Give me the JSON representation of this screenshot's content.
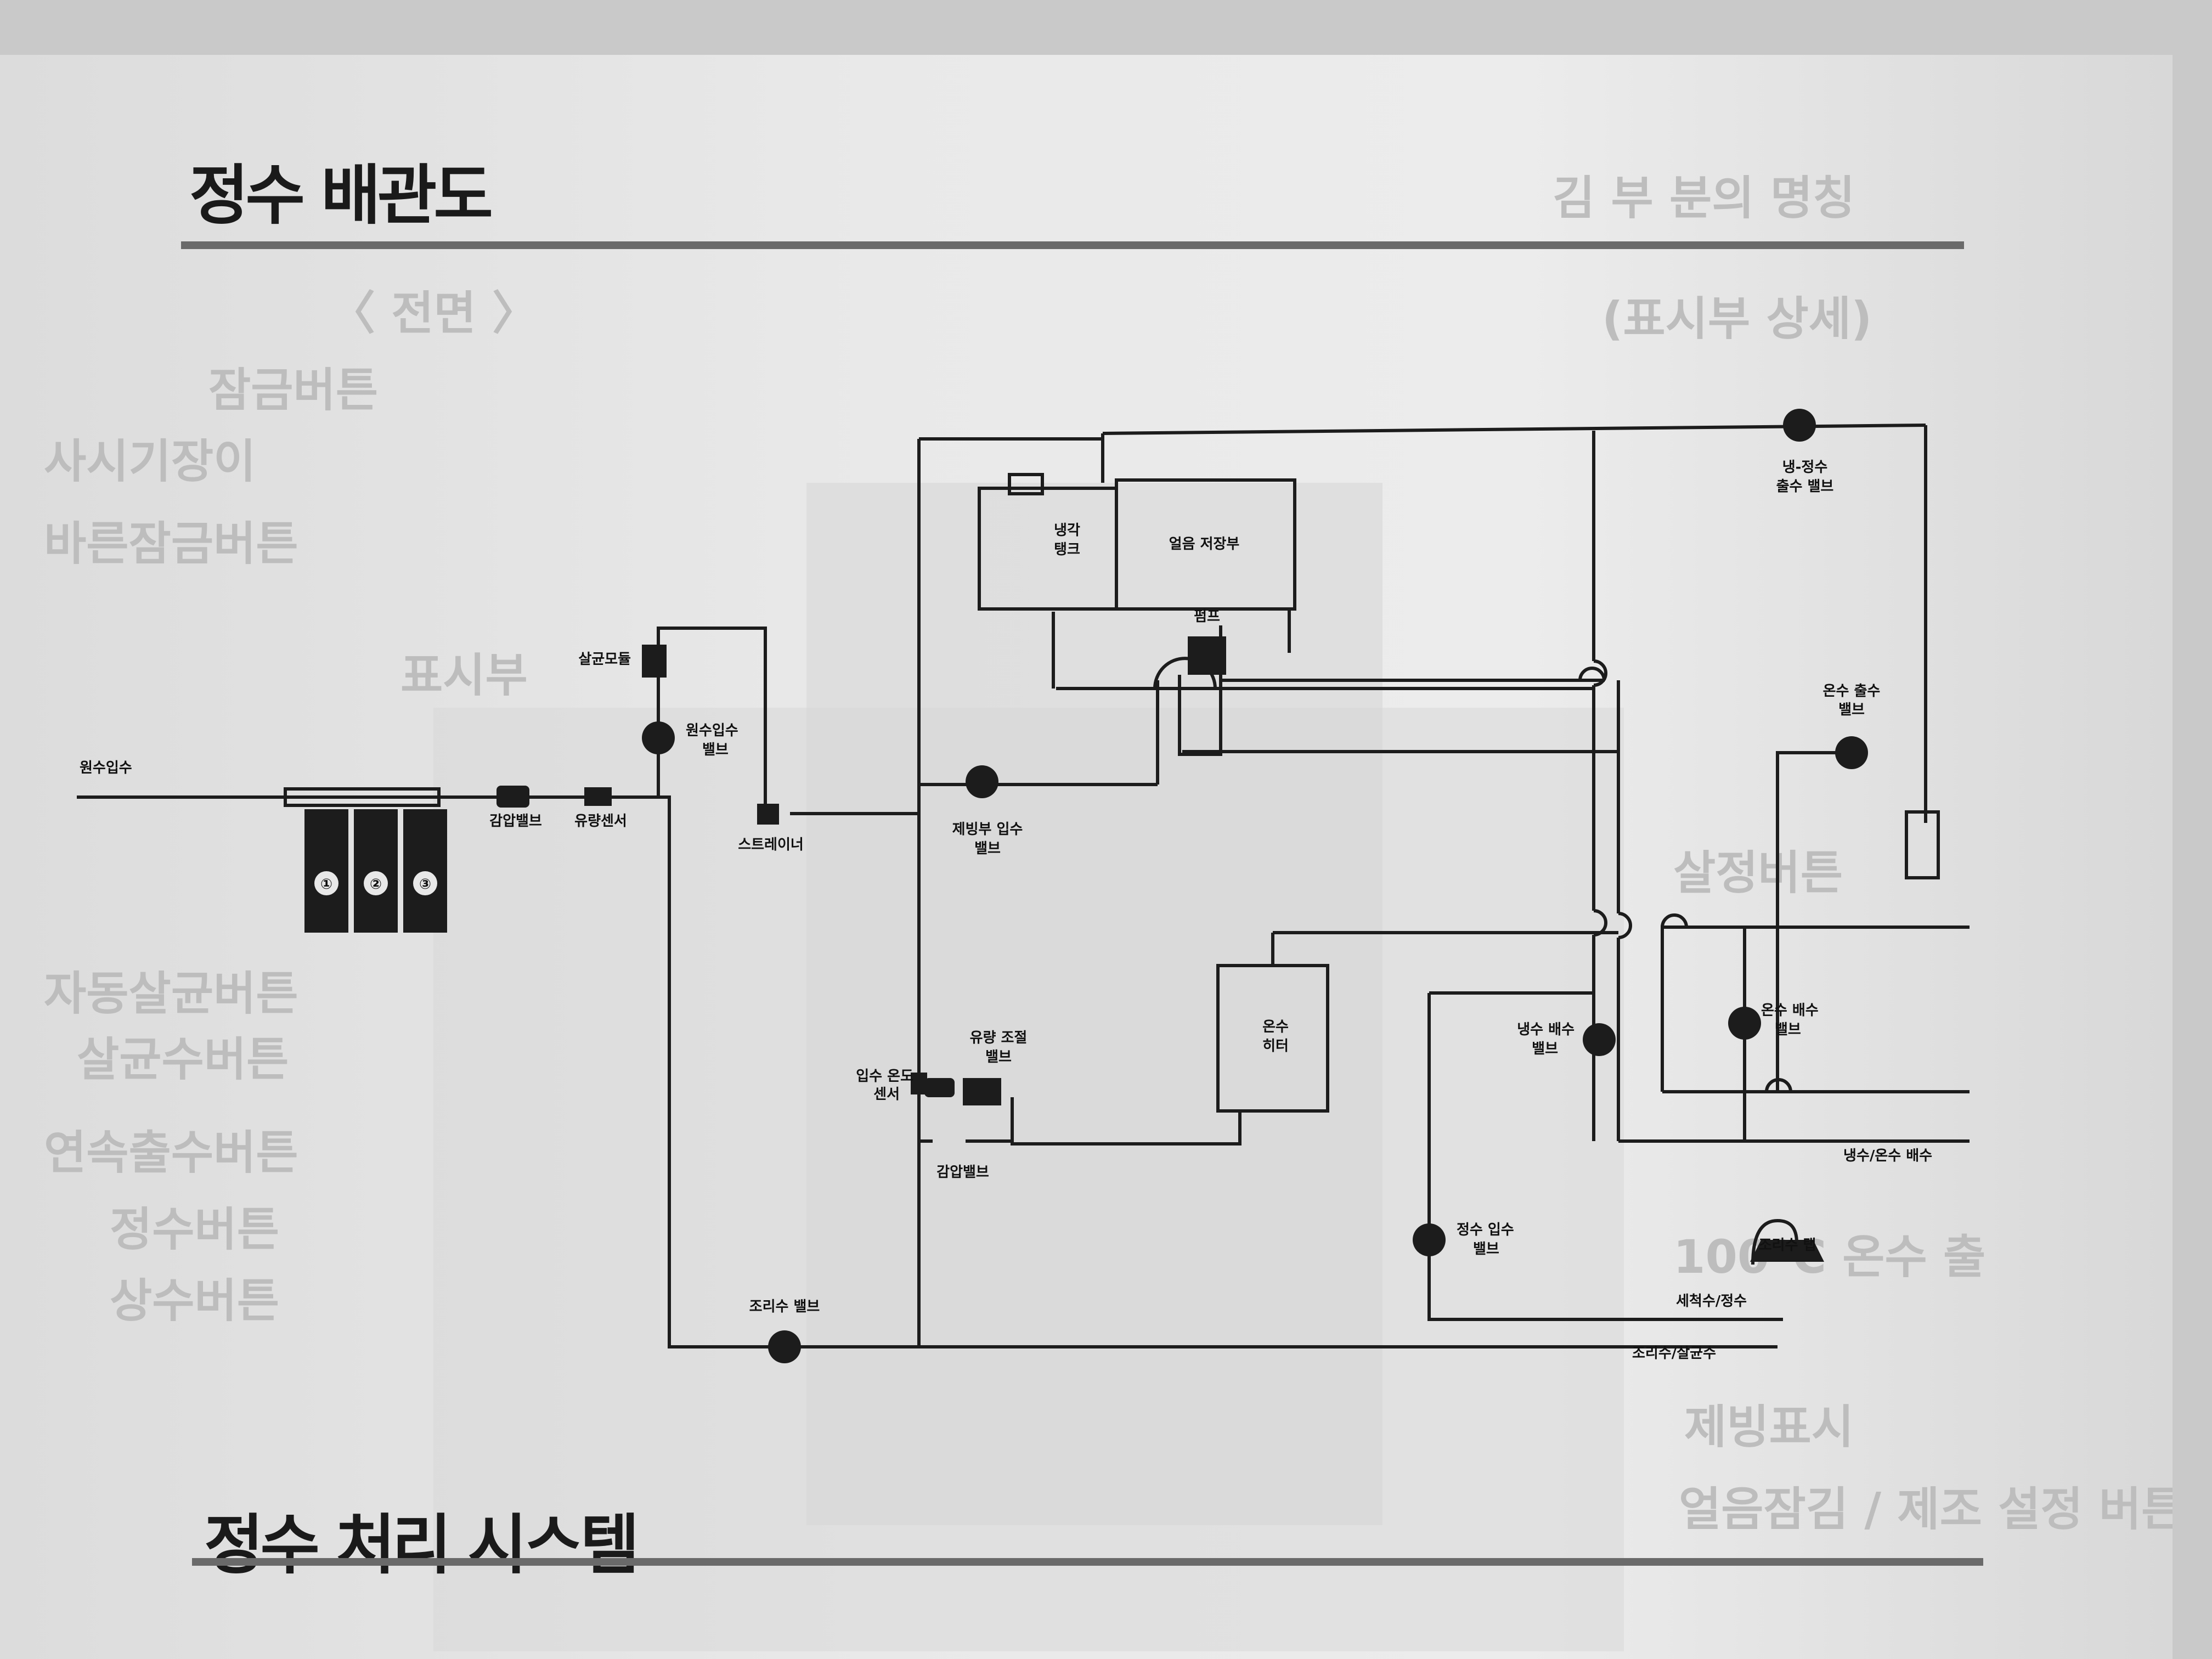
{
  "titles": {
    "top": "정수 배관도",
    "bottom": "정수 처리 시스템"
  },
  "labels": {
    "raw_water_in": "원수입수",
    "pressure_valve_1": "감압밸브",
    "flow_sensor": "유량센서",
    "sterilization_module": "살균모듈",
    "raw_inlet_valve": [
      "원수입수",
      "밸브"
    ],
    "strainer": "스트레이너",
    "ice_maker_inlet_valve": [
      "제빙부 입수",
      "밸브"
    ],
    "cooling_tank": [
      "냉각",
      "탱크"
    ],
    "ice_storage": "얼음 저장부",
    "pump": "펌프",
    "cold_purified_outlet_valve": [
      "냉-정수",
      "출수 밸브"
    ],
    "hot_outlet_valve": [
      "온수 출수",
      "밸브"
    ],
    "hot_water_heater": [
      "온수",
      "히터"
    ],
    "inlet_temp_sensor": [
      "입수 온도",
      "센서"
    ],
    "flow_control_valve": [
      "유량 조절",
      "밸브"
    ],
    "pressure_valve_2": "감압밸브",
    "cold_drain_valve": [
      "냉수 배수",
      "밸브"
    ],
    "hot_drain_valve": [
      "온수 배수",
      "밸브"
    ],
    "cold_hot_drain": "냉수/온수 배수",
    "purified_inlet_valve": [
      "정수 입수",
      "밸브"
    ],
    "purified_water_nozzle": "조리수 탭",
    "wash_purified": "세척수/정수",
    "cooking_valve": "조리수 밸브",
    "cooking_sterilized": "조리수/살균수",
    "filter_numbers": [
      "①",
      "②",
      "③"
    ]
  }
}
